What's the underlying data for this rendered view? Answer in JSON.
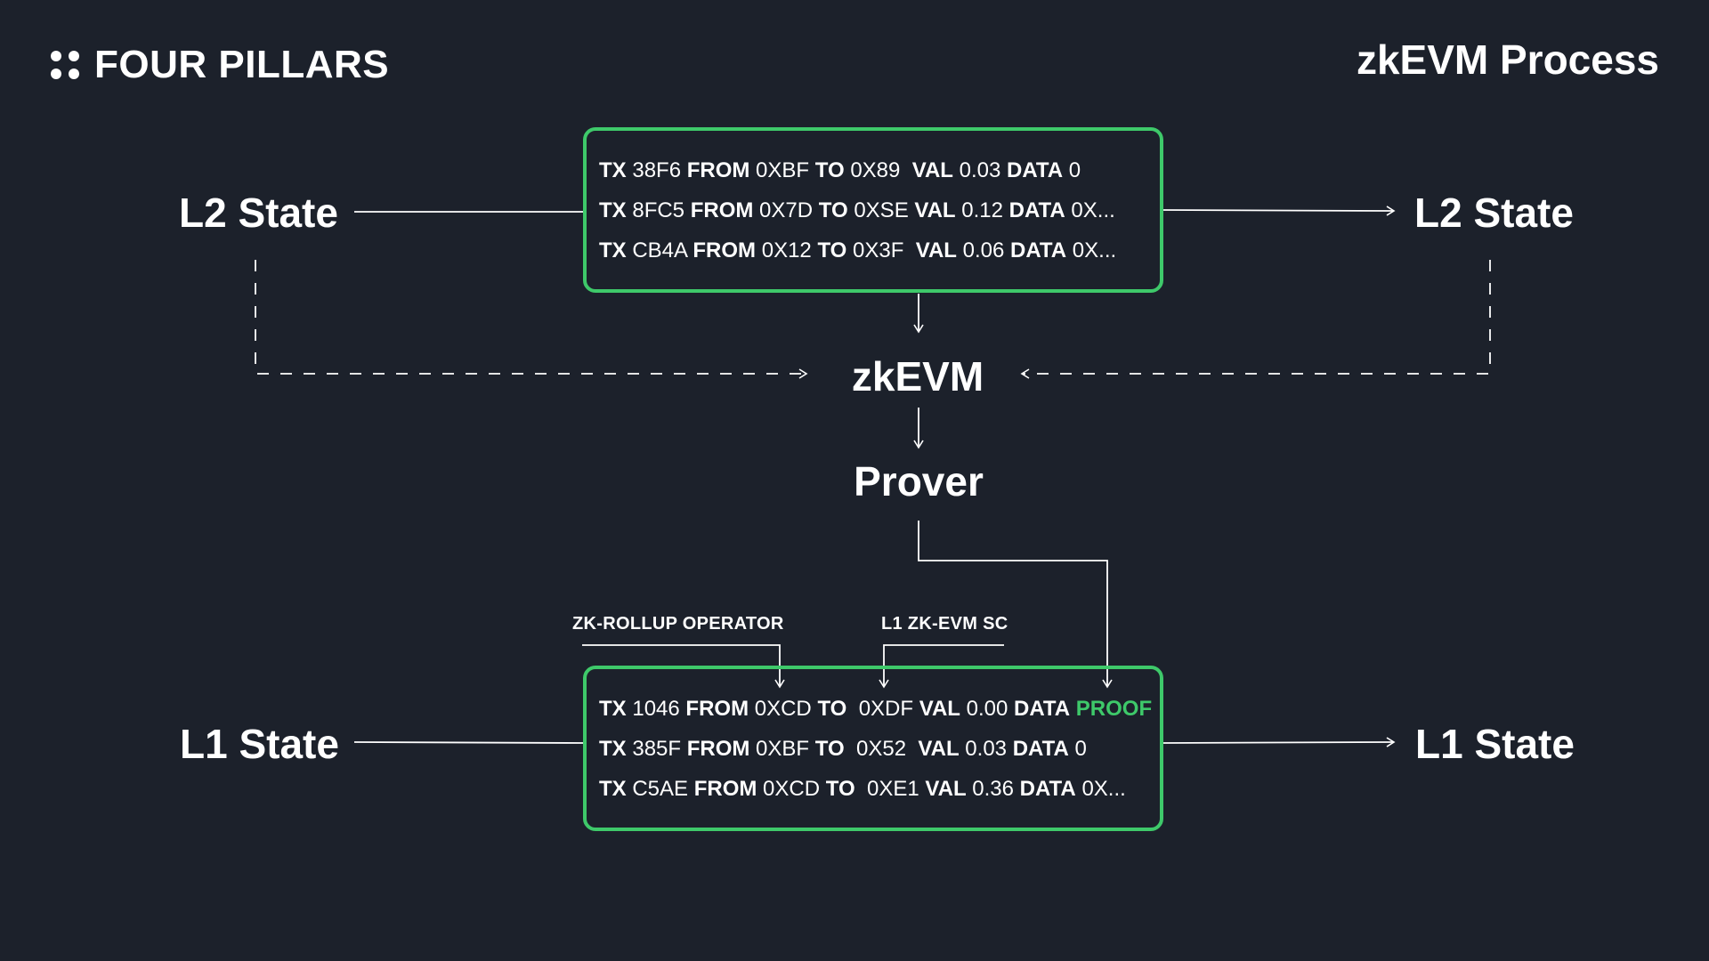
{
  "header": {
    "brand_name": "FOUR PILLARS",
    "brand_icon": "four-dots-icon",
    "title": "zkEVM Process"
  },
  "colors": {
    "background": "#1c212b",
    "accent": "#3ec96a",
    "text": "#ffffff"
  },
  "states": {
    "l2_in": "L2 State",
    "l2_out": "L2 State",
    "l1_in": "L1 State",
    "l1_out": "L1 State"
  },
  "nodes": {
    "zkevm": "zkEVM",
    "prover": "Prover"
  },
  "labels": {
    "operator": "ZK-ROLLUP OPERATOR",
    "contract": "L1 ZK-EVM SC"
  },
  "l2_transactions": [
    {
      "tx_key": "TX",
      "tx": "38F6",
      "from_key": "FROM",
      "from": "0XBF",
      "to_key": "TO",
      "to": "0X89",
      "val_key": "VAL",
      "val": "0.03",
      "data_key": "DATA",
      "data": "0"
    },
    {
      "tx_key": "TX",
      "tx": "8FC5",
      "from_key": "FROM",
      "from": "0X7D",
      "to_key": "TO",
      "to": "0XSE",
      "val_key": "VAL",
      "val": "0.12",
      "data_key": "DATA",
      "data": "0X..."
    },
    {
      "tx_key": "TX",
      "tx": "CB4A",
      "from_key": "FROM",
      "from": "0X12",
      "to_key": "TO",
      "to": "0X3F",
      "val_key": "VAL",
      "val": "0.06",
      "data_key": "DATA",
      "data": "0X..."
    }
  ],
  "l1_transactions": [
    {
      "tx_key": "TX",
      "tx": "1046",
      "from_key": "FROM",
      "from": "0XCD",
      "to_key": "TO",
      "to": "0XDF",
      "val_key": "VAL",
      "val": "0.00",
      "data_key": "DATA",
      "data": "PROOF"
    },
    {
      "tx_key": "TX",
      "tx": "385F",
      "from_key": "FROM",
      "from": "0XBF",
      "to_key": "TO",
      "to": "0X52",
      "val_key": "VAL",
      "val": "0.03",
      "data_key": "DATA",
      "data": "0"
    },
    {
      "tx_key": "TX",
      "tx": "C5AE",
      "from_key": "FROM",
      "from": "0XCD",
      "to_key": "TO",
      "to": "0XE1",
      "val_key": "VAL",
      "val": "0.36",
      "data_key": "DATA",
      "data": "0X..."
    }
  ]
}
